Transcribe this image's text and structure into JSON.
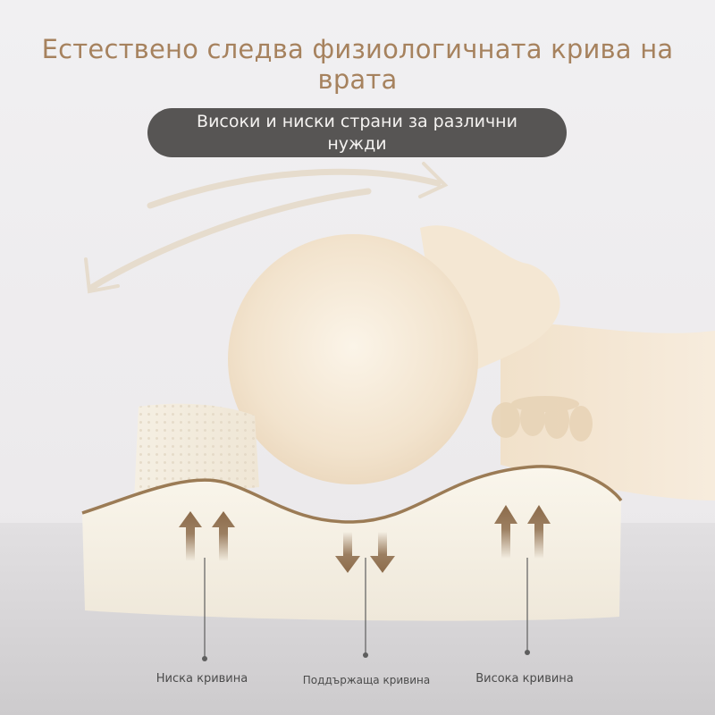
{
  "headline": "Естествено следва физиологичната крива на врата",
  "pill_text": "Високи и ниски страни за различни нужди",
  "labels": {
    "low": "Ниска кривина",
    "support": "Поддържаща кривина",
    "high": "Висока кривина"
  },
  "colors": {
    "headline": "#a6825e",
    "pill": "#575554",
    "accent": "#8c6b4a",
    "pillow": "#f4efe4"
  },
  "arrows": {
    "low": "up",
    "support": "down",
    "high": "up"
  }
}
